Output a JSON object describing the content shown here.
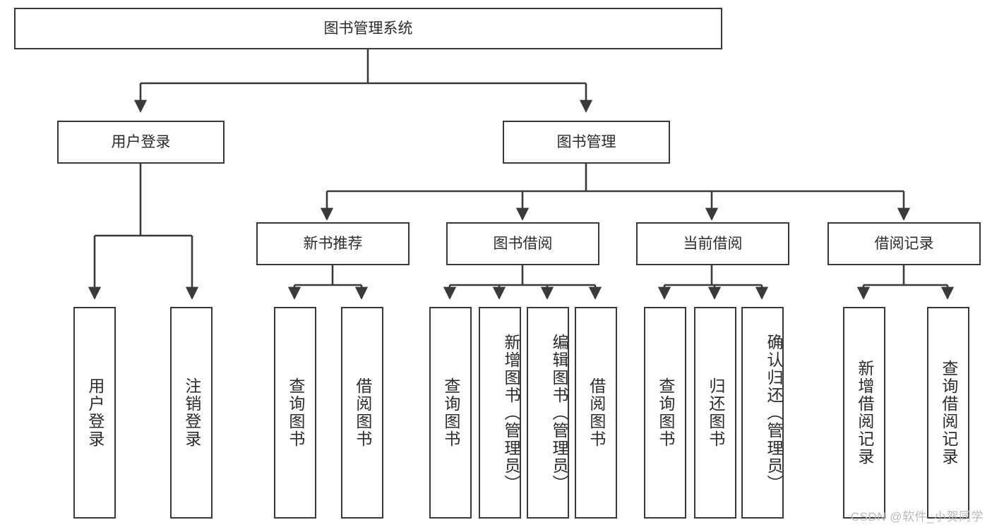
{
  "diagram": {
    "title": "图书管理系统",
    "type": "tree",
    "root": {
      "id": "root",
      "label": "图书管理系统",
      "orientation": "horizontal"
    },
    "level1": [
      {
        "id": "user-login",
        "label": "用户登录",
        "orientation": "horizontal"
      },
      {
        "id": "book-manage",
        "label": "图书管理",
        "orientation": "horizontal"
      }
    ],
    "level2": [
      {
        "id": "new-book-rec",
        "label": "新书推荐",
        "orientation": "horizontal",
        "parent": "book-manage"
      },
      {
        "id": "book-borrow",
        "label": "图书借阅",
        "orientation": "horizontal",
        "parent": "book-manage"
      },
      {
        "id": "current-borrow",
        "label": "当前借阅",
        "orientation": "horizontal",
        "parent": "book-manage"
      },
      {
        "id": "borrow-record",
        "label": "借阅记录",
        "orientation": "horizontal",
        "parent": "book-manage"
      }
    ],
    "leaves": [
      {
        "id": "leaf-user-login",
        "label": "用户登录",
        "parent": "user-login",
        "orientation": "vertical"
      },
      {
        "id": "leaf-logout-login",
        "label": "注销登录",
        "parent": "user-login",
        "orientation": "vertical"
      },
      {
        "id": "leaf-query-book-1",
        "label": "查询图书",
        "parent": "new-book-rec",
        "orientation": "vertical"
      },
      {
        "id": "leaf-borrow-book-1",
        "label": "借阅图书",
        "parent": "new-book-rec",
        "orientation": "vertical"
      },
      {
        "id": "leaf-query-book-2",
        "label": "查询图书",
        "parent": "book-borrow",
        "orientation": "vertical"
      },
      {
        "id": "leaf-add-book",
        "label": "新增图书（管理员）",
        "parent": "book-borrow",
        "orientation": "vertical"
      },
      {
        "id": "leaf-edit-book",
        "label": "编辑图书（管理员）",
        "parent": "book-borrow",
        "orientation": "vertical"
      },
      {
        "id": "leaf-borrow-book-2",
        "label": "借阅图书",
        "parent": "book-borrow",
        "orientation": "vertical"
      },
      {
        "id": "leaf-query-book-3",
        "label": "查询图书",
        "parent": "current-borrow",
        "orientation": "vertical"
      },
      {
        "id": "leaf-return-book",
        "label": "归还图书",
        "parent": "current-borrow",
        "orientation": "vertical"
      },
      {
        "id": "leaf-confirm-return",
        "label": "确认归还（管理员）",
        "parent": "current-borrow",
        "orientation": "vertical"
      },
      {
        "id": "leaf-add-record",
        "label": "新增借阅记录",
        "parent": "borrow-record",
        "orientation": "vertical"
      },
      {
        "id": "leaf-query-record",
        "label": "查询借阅记录",
        "parent": "borrow-record",
        "orientation": "vertical"
      }
    ],
    "colors": {
      "line": "#3a3a3a",
      "box_border": "#3a3a3a",
      "box_fill": "#ffffff",
      "text": "#2b2b2b",
      "watermark": "#b9b9b9",
      "background": "#ffffff"
    }
  },
  "watermark": {
    "text": "CSDN @软件_小贺同学"
  }
}
